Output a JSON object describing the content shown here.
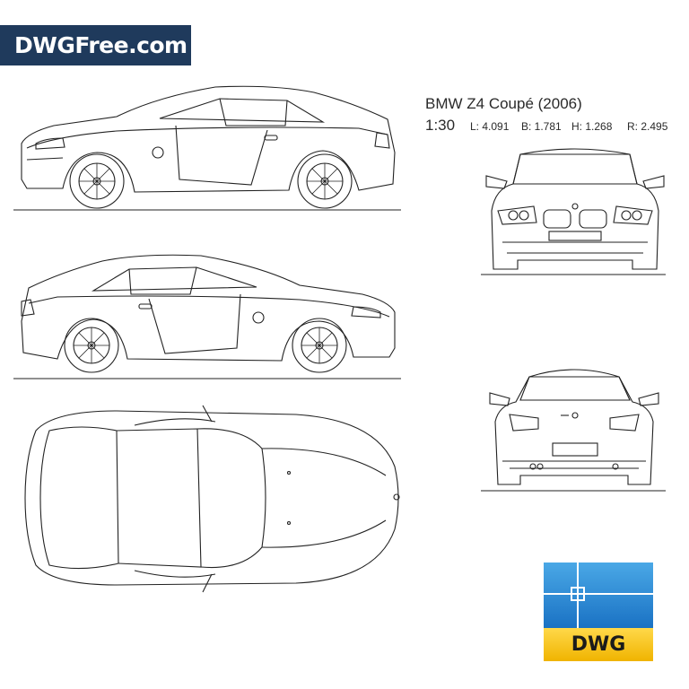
{
  "brand": {
    "text": "DWGFree.com"
  },
  "drawing": {
    "title": "BMW Z4 Coupé (2006)",
    "scale": "1:30",
    "dims": {
      "length": "L: 4.091",
      "width": "B: 1.781",
      "height": "H: 1.268",
      "wheelbase": "R: 2.495"
    }
  },
  "views": [
    "side-left",
    "side-right",
    "top",
    "front",
    "rear"
  ],
  "logo": {
    "text": "DWG"
  },
  "colors": {
    "brand_bg": "#1f3a5c",
    "line": "#222222",
    "logo_blue": "#1a72c4",
    "logo_yellow": "#f0b400"
  }
}
